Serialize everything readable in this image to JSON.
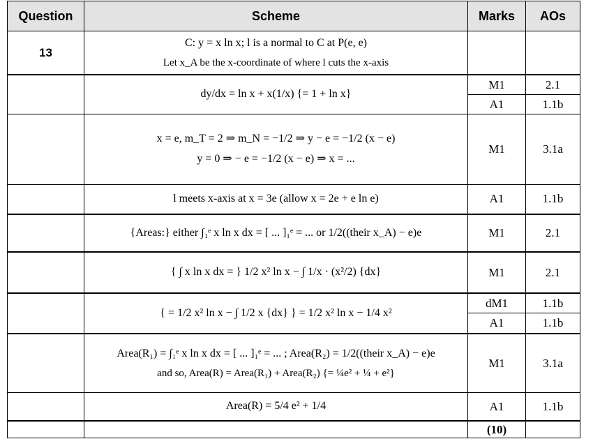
{
  "header": {
    "question": "Question",
    "scheme": "Scheme",
    "marks": "Marks",
    "aos": "AOs"
  },
  "question_number": "13",
  "intro": {
    "line1": "C: y = x ln x;  l is a normal to C at  P(e, e)",
    "line2": "Let x_A  be the x-coordinate of where l cuts the x-axis"
  },
  "rows": [
    {
      "scheme": [
        "dy/dx = ln x + x(1/x)   {= 1 + ln x}"
      ],
      "marks": [
        "M1",
        "A1"
      ],
      "aos": [
        "2.1",
        "1.1b"
      ]
    },
    {
      "scheme": [
        "x = e, m_T = 2 ⇒ m_N = −1/2 ⇒ y − e = −1/2 (x − e)",
        "y = 0 ⇒ − e = −1/2 (x − e) ⇒ x = ..."
      ],
      "marks": [
        "M1"
      ],
      "aos": [
        "3.1a"
      ]
    },
    {
      "scheme": [
        "l meets x-axis at x = 3e  (allow x = 2e + e ln e)"
      ],
      "marks": [
        "A1"
      ],
      "aos": [
        "1.1b"
      ]
    },
    {
      "scheme": [
        "{Areas:} either ∫₁ᵉ x ln x dx = [ ... ]₁ᵉ = ...   or   1/2((their x_A) − e)e"
      ],
      "marks": [
        "M1"
      ],
      "aos": [
        "2.1"
      ]
    },
    {
      "scheme": [
        "{ ∫ x ln x dx = }  1/2 x² ln x − ∫ 1/x · (x²/2) {dx}"
      ],
      "marks": [
        "M1"
      ],
      "aos": [
        "2.1"
      ]
    },
    {
      "scheme": [
        "{ = 1/2 x² ln x − ∫ 1/2 x {dx} }  = 1/2 x² ln x − 1/4 x²"
      ],
      "marks": [
        "dM1",
        "A1"
      ],
      "aos": [
        "1.1b",
        "1.1b"
      ]
    },
    {
      "scheme": [
        "Area(R₁) = ∫₁ᵉ x ln x dx = [ ... ]₁ᵉ = ... ; Area(R₂) = 1/2((their x_A) − e)e",
        "and so, Area(R) = Area(R₁) + Area(R₂)     {= ¼e² + ¼ + e²}"
      ],
      "marks": [
        "M1"
      ],
      "aos": [
        "3.1a"
      ]
    },
    {
      "scheme": [
        "Area(R) = 5/4 e² + 1/4"
      ],
      "marks": [
        "A1"
      ],
      "aos": [
        "1.1b"
      ]
    }
  ],
  "total": "(10)"
}
